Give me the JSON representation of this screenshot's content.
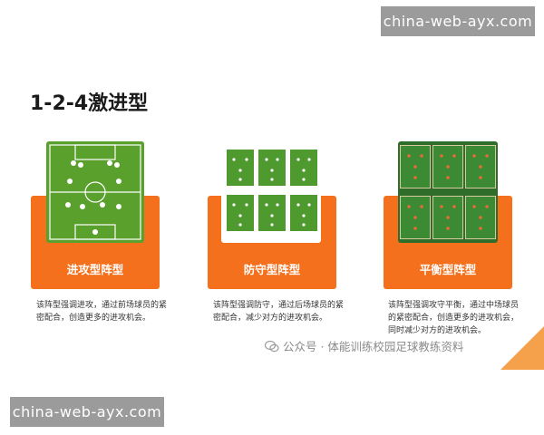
{
  "watermark": {
    "top": "china-web-ayx.com",
    "bottom": "china-web-ayx.com"
  },
  "title": "1-2-4激进型",
  "cards": [
    {
      "label": "进攻型阵型",
      "desc": "该阵型强调进攻，通过前场球员的紧密配合，创造更多的进攻机会。"
    },
    {
      "label": "防守型阵型",
      "desc": "该阵型强调防守，通过后场球员的紧密配合，减少对方的进攻机会。"
    },
    {
      "label": "平衡型阵型",
      "desc": "该阵型强调攻守平衡，通过中场球员的紧密配合，创造更多的进攻机会，同时减少对方的进攻机会。"
    }
  ],
  "footer": {
    "text": "公众号 · 体能训练校园足球教练资料"
  },
  "colors": {
    "accent": "#f5701c",
    "pitch": "#5aa02c",
    "pitch_dark": "#3d8a35"
  }
}
